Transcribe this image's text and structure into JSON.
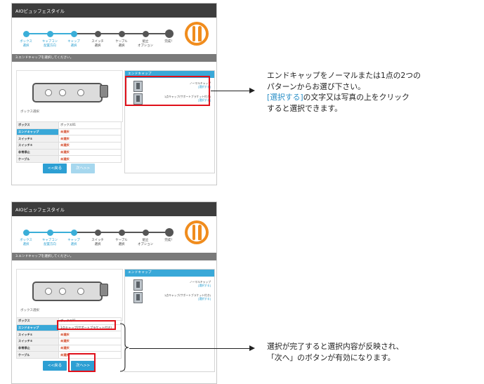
{
  "app_title": "AIOビュッフェスタイル",
  "steps": [
    {
      "label": "ボックス\n選択",
      "state": "done"
    },
    {
      "label": "キャブコン\n配置方向",
      "state": "done"
    },
    {
      "label": "キャップ\n選択",
      "state": "done"
    },
    {
      "label": "スイッチ\n選択",
      "state": "todo"
    },
    {
      "label": "ケーブル\n選択",
      "state": "todo"
    },
    {
      "label": "組立\nオプション",
      "state": "todo"
    },
    {
      "label": "完成！",
      "state": "todo"
    }
  ],
  "instruction": "3.エンドキャップを選択してください。",
  "device_label": "ボックス選択",
  "options_header": "エンドキャップ",
  "options": [
    {
      "name": "ノーマルキャップ",
      "link": "[選択する]"
    },
    {
      "name": "1点キャップ(サポートブラケット付き)",
      "link": "[選択する]"
    }
  ],
  "spec_rows_1": [
    {
      "key": "ボックス",
      "value": "ボックス01",
      "style": "dark",
      "selected": false
    },
    {
      "key": "エンドキャップ",
      "value": "未選択",
      "style": "red",
      "selected": true
    },
    {
      "key": "スイッチ①",
      "value": "未選択",
      "style": "red",
      "selected": false
    },
    {
      "key": "スイッチ②",
      "value": "未選択",
      "style": "red",
      "selected": false
    },
    {
      "key": "非常停止",
      "value": "未選択",
      "style": "red",
      "selected": false
    },
    {
      "key": "ケーブル",
      "value": "未選択",
      "style": "red",
      "selected": false
    }
  ],
  "spec_rows_2": [
    {
      "key": "ボックス",
      "value": "ボックス01",
      "style": "dark",
      "selected": false
    },
    {
      "key": "エンドキャップ",
      "value": "1点キャップ(サポートブラケット付き)",
      "style": "dark",
      "selected": true
    },
    {
      "key": "スイッチ①",
      "value": "未選択",
      "style": "red",
      "selected": false
    },
    {
      "key": "スイッチ②",
      "value": "未選択",
      "style": "red",
      "selected": false
    },
    {
      "key": "非常停止",
      "value": "未選択",
      "style": "red",
      "selected": false
    },
    {
      "key": "ケーブル",
      "value": "未選択",
      "style": "red",
      "selected": false
    }
  ],
  "buttons": {
    "back": "<<戻る",
    "next": "次へ>>"
  },
  "note1": {
    "line1": "エンドキャップをノーマルまたは1点の2つの",
    "line2": "パターンからお選び下さい。",
    "line3_blue": "[選択する]",
    "line3_rest": "の文字又は写真の上をクリック",
    "line4": "すると選択できます。"
  },
  "note2": {
    "line1": "選択が完了すると選択内容が反映され、",
    "line2": "「次へ」のボタンが有効になります。"
  },
  "colors": {
    "accent": "#39a8d8",
    "highlight": "#e0101a",
    "brand": "#f08c1d",
    "unselected": "#d24a2a"
  }
}
